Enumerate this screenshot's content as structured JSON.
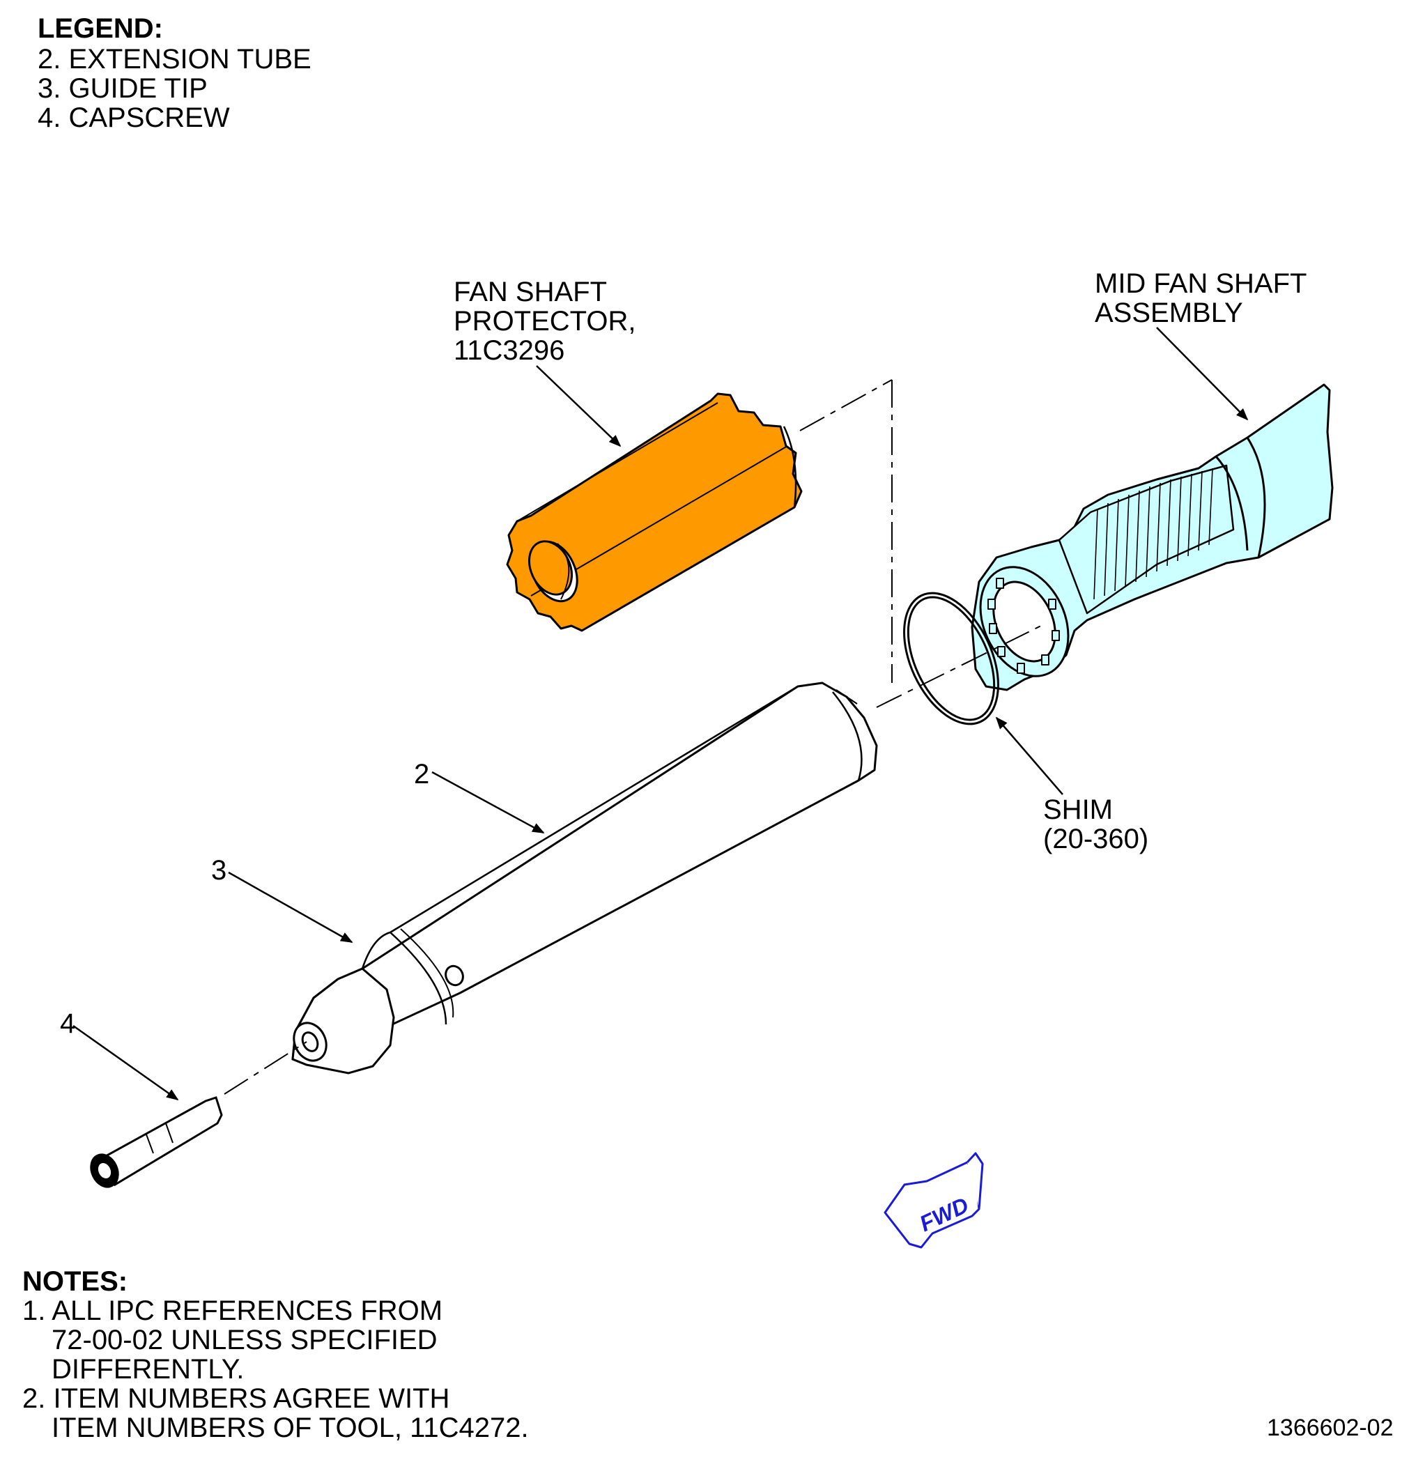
{
  "legend": {
    "title": "LEGEND:",
    "items": [
      "2. EXTENSION TUBE",
      "3. GUIDE TIP",
      "4. CAPSCREW"
    ]
  },
  "callouts": {
    "fan_shaft_protector": [
      "FAN SHAFT",
      "PROTECTOR,",
      "11C3296"
    ],
    "mid_fan_shaft": [
      "MID FAN SHAFT",
      "ASSEMBLY"
    ],
    "shim": [
      "SHIM",
      "(20-360)"
    ],
    "item_2": "2",
    "item_3": "3",
    "item_4": "4"
  },
  "fwd_label": "FWD",
  "notes": {
    "title": "NOTES:",
    "items": [
      [
        "1. ALL IPC REFERENCES FROM",
        "72-00-02 UNLESS SPECIFIED",
        "DIFFERENTLY."
      ],
      [
        "2. ITEM NUMBERS AGREE WITH",
        "ITEM NUMBERS OF TOOL, 11C4272."
      ]
    ]
  },
  "figure_id": "1366602-02",
  "colors": {
    "protector_fill": "#ff9900",
    "shaft_fill": "#ccffff",
    "fwd_blue": "#1a1ad9",
    "line": "#000000"
  }
}
